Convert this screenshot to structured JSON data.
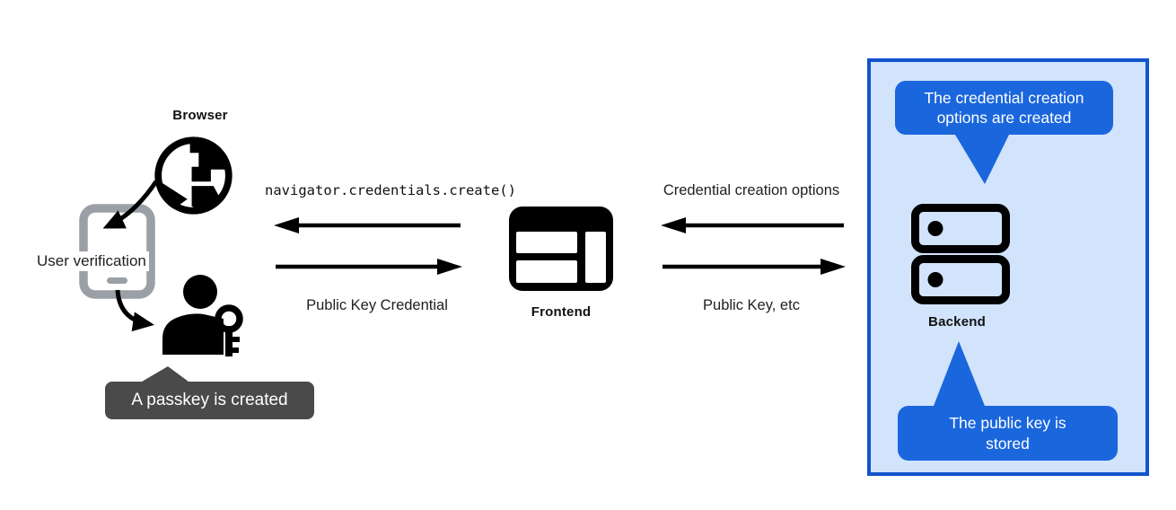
{
  "colors": {
    "black": "#000000",
    "phone_gray": "#9aa0a6",
    "callout_gray": "#4a4a4a",
    "callout_blue": "#1a66dd",
    "backend_border_blue": "#1254cb",
    "backend_bg_blue": "#d2e3fc",
    "text_dark": "#202124",
    "white": "#ffffff"
  },
  "icons": {
    "globe": "globe-icon",
    "smartphone": "smartphone-icon",
    "user_key": "user-key-icon",
    "browser_window": "browser-window-icon",
    "server": "server-icon"
  },
  "nodes": {
    "browser": {
      "label": "Browser"
    },
    "user_verification": {
      "label": "User verification"
    },
    "frontend": {
      "label": "Frontend"
    },
    "backend": {
      "label": "Backend"
    }
  },
  "callouts": {
    "passkey": {
      "text": "A passkey is created",
      "style": "dark-gray",
      "tail": "up"
    },
    "backend_top": {
      "text": "The credential creation options are created",
      "style": "blue",
      "tail": "down"
    },
    "backend_bottom": {
      "text": "The public key is stored",
      "style": "blue",
      "tail": "up"
    }
  },
  "edges": {
    "create_call": {
      "label": "navigator.credentials.create()",
      "direction": "frontend-to-browser"
    },
    "public_key_credential": {
      "label": "Public Key Credential",
      "direction": "browser-to-frontend"
    },
    "credential_creation_options": {
      "label": "Credential creation options",
      "direction": "backend-to-frontend"
    },
    "public_key_etc": {
      "label": "Public Key, etc",
      "direction": "frontend-to-backend"
    },
    "browser_to_phone": {
      "direction": "browser-to-user-verification"
    },
    "phone_to_user": {
      "direction": "user-verification-to-passkey-user"
    }
  }
}
